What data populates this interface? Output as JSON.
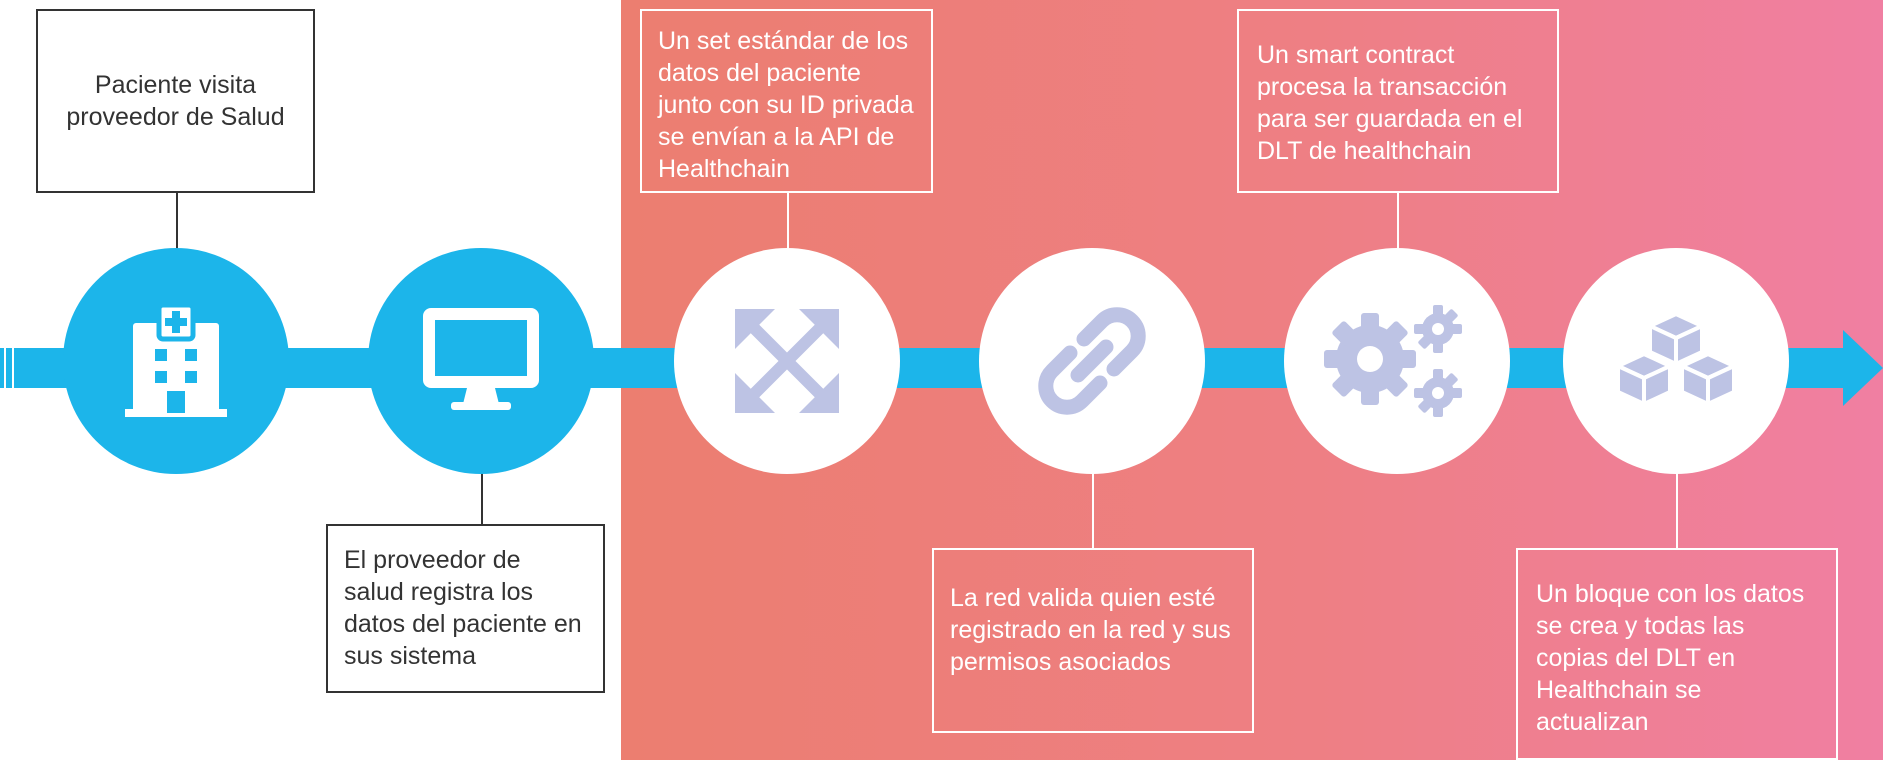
{
  "colors": {
    "accent_blue": "#1cb5ea",
    "icon_lavender": "#bdc3e4",
    "gradient_start": "#ec7e70",
    "gradient_end": "#f07fa2"
  },
  "steps": [
    {
      "icon": "hospital-icon",
      "text": "Paciente visita proveedor de Salud"
    },
    {
      "icon": "monitor-icon",
      "text": "El proveedor de salud registra los datos del paciente en sus sistema"
    },
    {
      "icon": "expand-arrows-icon",
      "text": "Un set estándar de los datos del  paciente junto con su ID privada se envían a la API de Healthchain"
    },
    {
      "icon": "chain-link-icon",
      "text": "La red valida quien esté registrado en la red y sus permisos asociados"
    },
    {
      "icon": "gears-icon",
      "text": "Un smart contract procesa la transacción para ser guardada en el DLT de healthchain"
    },
    {
      "icon": "blocks-icon",
      "text": "Un bloque con los datos se crea y todas las copias del DLT en Healthchain se actualizan"
    }
  ]
}
